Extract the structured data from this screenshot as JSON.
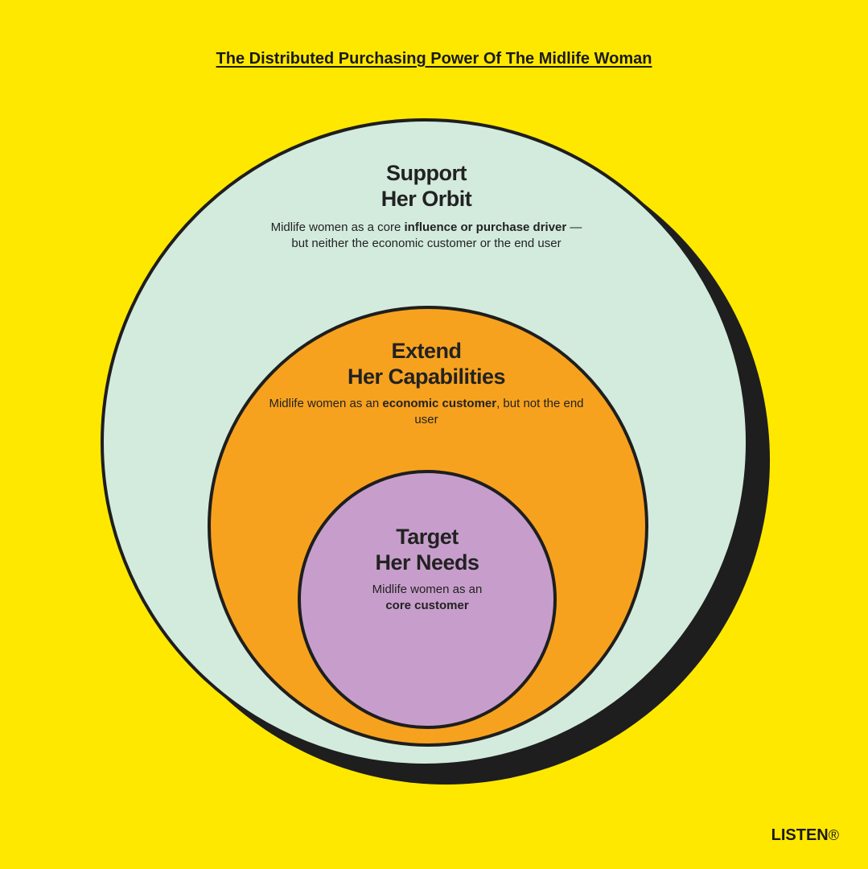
{
  "title": "The Distributed Purchasing Power Of The Midlife Woman",
  "colors": {
    "background": "#FFE800",
    "outer_ring": "#D3EBDD",
    "middle_ring": "#F7A21E",
    "inner_ring": "#C79ECB",
    "outline": "#1E1E1E"
  },
  "rings": {
    "outer": {
      "heading_line1": "Support",
      "heading_line2": "Her Orbit",
      "desc_pre": "Midlife women as a core ",
      "desc_bold": "influence or purchase driver",
      "desc_post": " — but neither the economic customer or the end user"
    },
    "middle": {
      "heading_line1": "Extend",
      "heading_line2": "Her Capabilities",
      "desc_pre": "Midlife women as an ",
      "desc_bold": "economic customer",
      "desc_post": ", but not the end user"
    },
    "inner": {
      "heading_line1": "Target",
      "heading_line2": "Her Needs",
      "desc_pre": "Midlife women as an ",
      "desc_bold": "core customer",
      "desc_post": ""
    }
  },
  "logo": {
    "text": "LISTEN",
    "mark": "®"
  }
}
